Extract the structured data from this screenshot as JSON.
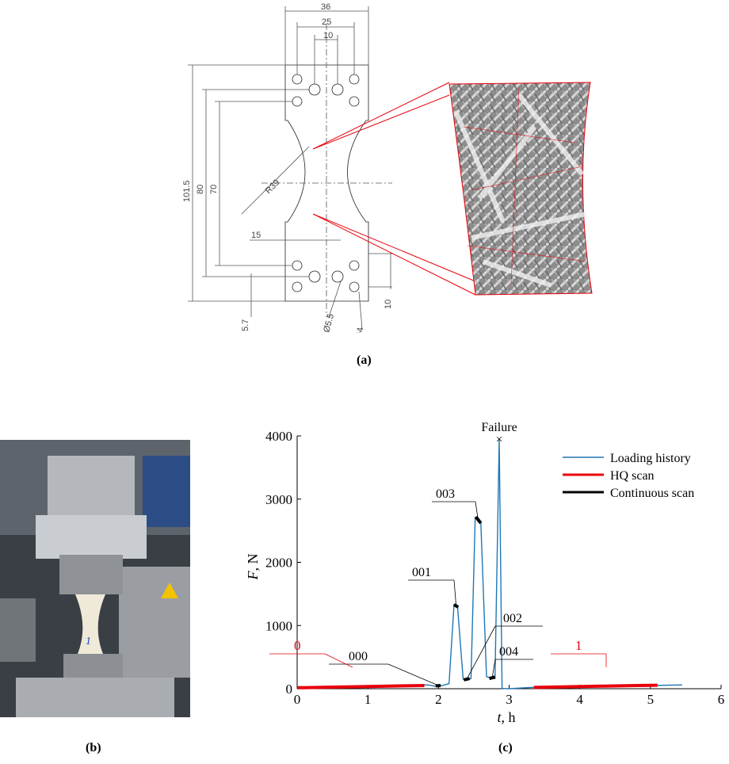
{
  "figure": {
    "captions": {
      "a": "(a)",
      "b": "(b)",
      "c": "(c)"
    },
    "drawing_dimensions": [
      "36",
      "25",
      "10",
      "101.5",
      "80",
      "70",
      "R39",
      "15",
      "5.7",
      "10",
      "Ø5.5",
      "Ø4"
    ],
    "photo_marker": "1"
  },
  "chart_data": {
    "type": "line",
    "xlabel": "t, h",
    "ylabel": "F, N",
    "xlim": [
      0,
      6
    ],
    "ylim": [
      0,
      4000
    ],
    "xticks": [
      "0",
      "1",
      "2",
      "3",
      "4",
      "5",
      "6"
    ],
    "yticks": [
      "0",
      "1000",
      "2000",
      "3000",
      "4000"
    ],
    "grid": false,
    "legend_position": "top-right",
    "legend": [
      "Loading history",
      "HQ scan",
      "Continuous scan"
    ],
    "colors": {
      "loading": "#1f77b4",
      "hq": "#e8000b",
      "continuous": "#000000"
    },
    "series": [
      {
        "name": "Loading history",
        "x": [
          0,
          0.5,
          1.0,
          1.5,
          1.85,
          1.95,
          2.05,
          2.15,
          2.22,
          2.27,
          2.35,
          2.4,
          2.46,
          2.52,
          2.6,
          2.68,
          2.75,
          2.8,
          2.86,
          2.9,
          3.0,
          3.3,
          4.0,
          5.0,
          5.45
        ],
        "y": [
          20,
          30,
          40,
          50,
          60,
          40,
          50,
          80,
          1330,
          1300,
          150,
          140,
          160,
          2710,
          2630,
          190,
          170,
          160,
          3950,
          5,
          0,
          20,
          40,
          50,
          60
        ]
      },
      {
        "name": "HQ scan",
        "x": [
          0,
          0.5,
          1.0,
          1.5,
          1.8,
          3.35,
          3.8,
          4.3,
          4.8,
          5.1
        ],
        "y": [
          15,
          25,
          35,
          45,
          50,
          20,
          30,
          40,
          50,
          55
        ]
      },
      {
        "name": "Continuous scan",
        "segments": [
          {
            "label": "000",
            "x": [
              1.96,
              2.03
            ],
            "y": [
              45,
              50
            ]
          },
          {
            "label": "001",
            "x": [
              2.22,
              2.28
            ],
            "y": [
              1330,
              1290
            ]
          },
          {
            "label": "002",
            "x": [
              2.36,
              2.44
            ],
            "y": [
              140,
              160
            ]
          },
          {
            "label": "003",
            "x": [
              2.53,
              2.6
            ],
            "y": [
              2720,
              2620
            ]
          },
          {
            "label": "004",
            "x": [
              2.72,
              2.8
            ],
            "y": [
              160,
              185
            ]
          }
        ]
      }
    ],
    "annotations": [
      {
        "text": "Failure",
        "x": 2.86,
        "y": 3950
      },
      {
        "text": "000",
        "x": 2.0,
        "y": 50
      },
      {
        "text": "001",
        "x": 2.25,
        "y": 1310
      },
      {
        "text": "002",
        "x": 2.4,
        "y": 150
      },
      {
        "text": "003",
        "x": 2.56,
        "y": 2680
      },
      {
        "text": "004",
        "x": 2.76,
        "y": 170
      },
      {
        "text": "0",
        "x": 0.7,
        "y": 30
      },
      {
        "text": "1",
        "x": 4.0,
        "y": 35
      }
    ]
  }
}
